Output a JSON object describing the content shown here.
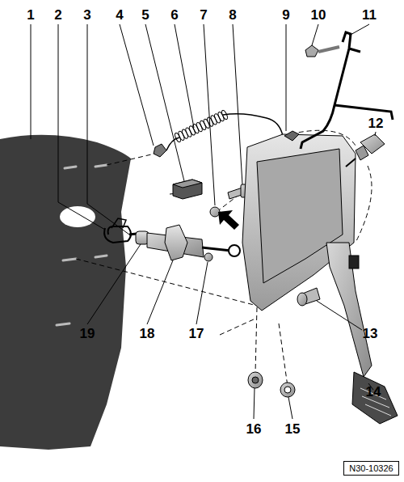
{
  "diagram": {
    "nodes": [
      {
        "text": [
          "N30-10326"
        ]
      }
    ],
    "labels": [
      "1",
      "2",
      "3",
      "4",
      "5",
      "6",
      "7",
      "8",
      "9",
      "10",
      "11",
      "12",
      "13",
      "14",
      "15",
      "16",
      "17",
      "18",
      "19"
    ]
  }
}
